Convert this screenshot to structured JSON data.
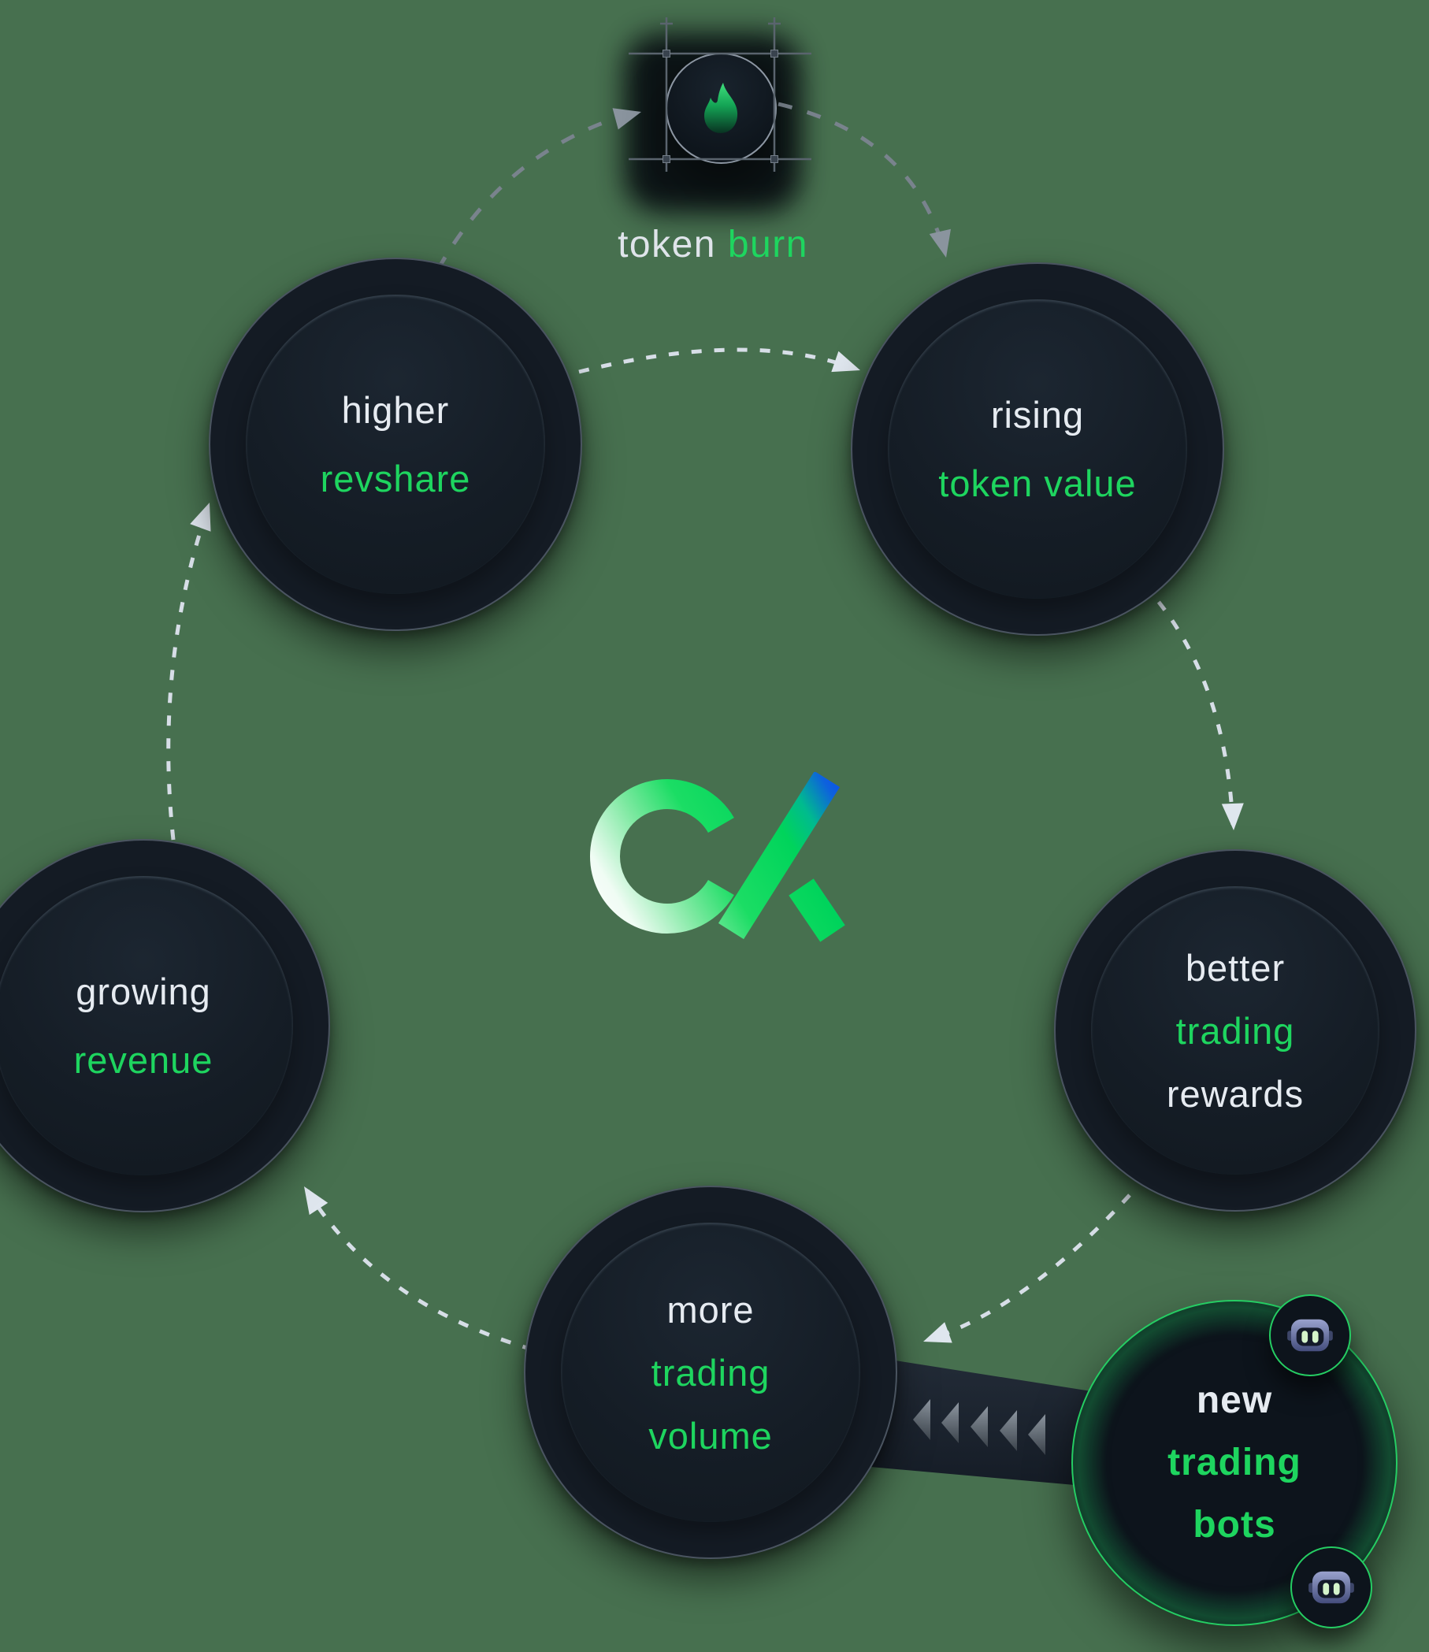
{
  "background_color": "#47704f",
  "accent_green": "#1ed55f",
  "arrow_primary_color": "#d7dee7",
  "arrow_secondary_color": "#79838d",
  "token_burn": {
    "icon": "flame-icon",
    "label_white": "token ",
    "label_green": "burn"
  },
  "logo": {
    "icon": "cx-infinity-logo",
    "gradient": [
      "#ffffff",
      "#1bdd64",
      "#0b46f7"
    ]
  },
  "nodes": [
    {
      "id": "higher-revshare",
      "lines": [
        {
          "text": "higher"
        },
        {
          "text": "revshare"
        }
      ]
    },
    {
      "id": "rising-token-value",
      "lines": [
        {
          "text": "rising"
        },
        {
          "text": "token value"
        }
      ]
    },
    {
      "id": "better-trading-rewards",
      "lines": [
        {
          "text": "better"
        },
        {
          "text": "trading"
        },
        {
          "text": "rewards"
        }
      ]
    },
    {
      "id": "more-trading-volume",
      "lines": [
        {
          "text": "more"
        },
        {
          "text": "trading"
        },
        {
          "text": "volume"
        }
      ]
    },
    {
      "id": "growing-revenue",
      "lines": [
        {
          "text": "growing"
        },
        {
          "text": "revenue"
        }
      ]
    },
    {
      "id": "new-trading-bots",
      "lines": [
        {
          "text": "new"
        },
        {
          "text": "trading"
        },
        {
          "text": "bots"
        }
      ],
      "border": "green-glow",
      "satellite_icons": [
        "robot-icon",
        "robot-icon"
      ]
    }
  ]
}
